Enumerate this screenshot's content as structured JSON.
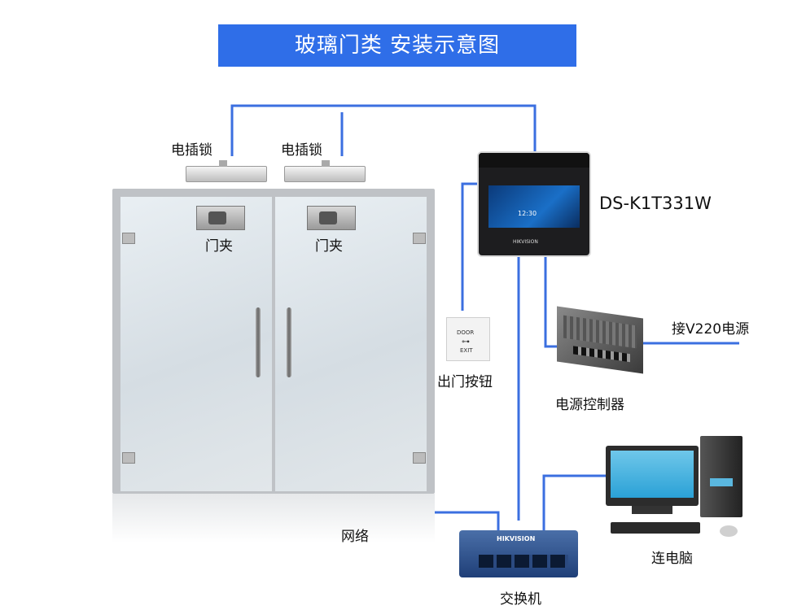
{
  "title": "玻璃门类 安装示意图",
  "labels": {
    "lock_left": "电插锁",
    "lock_right": "电插锁",
    "clamp_left": "门夹",
    "clamp_right": "门夹",
    "terminal_model": "DS-K1T331W",
    "exit_button": "出门按钮",
    "exit_button_text1": "DOOR",
    "exit_button_text2": "EXIT",
    "power_in": "接V220电源",
    "power_controller": "电源控制器",
    "network": "网络",
    "switch": "交换机",
    "switch_brand": "HIKVISION",
    "terminal_brand": "HIKVISION",
    "terminal_time": "12:30",
    "computer": "连电脑"
  },
  "colors": {
    "wire": "#3b6fe0",
    "title_bg": "#2f6ee8"
  }
}
